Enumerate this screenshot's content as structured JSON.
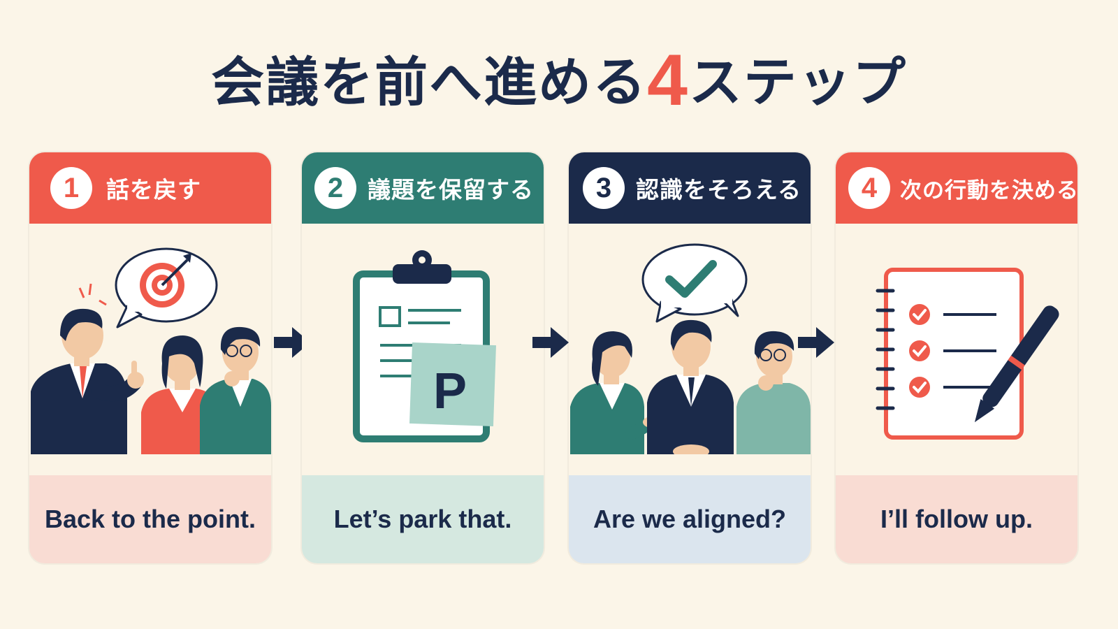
{
  "title": {
    "main": "会議を前へ進める",
    "number": "4",
    "suffix": "ステップ"
  },
  "steps": [
    {
      "number": "1",
      "label": "話を戻す",
      "phrase": "Back to the point.",
      "header_color": "#ef5a4b",
      "footer_color": "#f9dcd3"
    },
    {
      "number": "2",
      "label": "議題を保留する",
      "phrase": "Let’s park that.",
      "header_color": "#2e7d73",
      "footer_color": "#d5e8e0",
      "board_letter": "P"
    },
    {
      "number": "3",
      "label": "認識をそろえる",
      "phrase": "Are we aligned?",
      "header_color": "#1b2a4a",
      "footer_color": "#dbe5ee"
    },
    {
      "number": "4",
      "label": "次の行動を決める",
      "phrase": "I’ll follow up.",
      "header_color": "#ef5a4b",
      "footer_color": "#f9dcd3"
    }
  ],
  "colors": {
    "navy": "#1b2a4a",
    "coral": "#ef5a4b",
    "teal": "#2e7d73",
    "background": "#fbf5e8"
  }
}
